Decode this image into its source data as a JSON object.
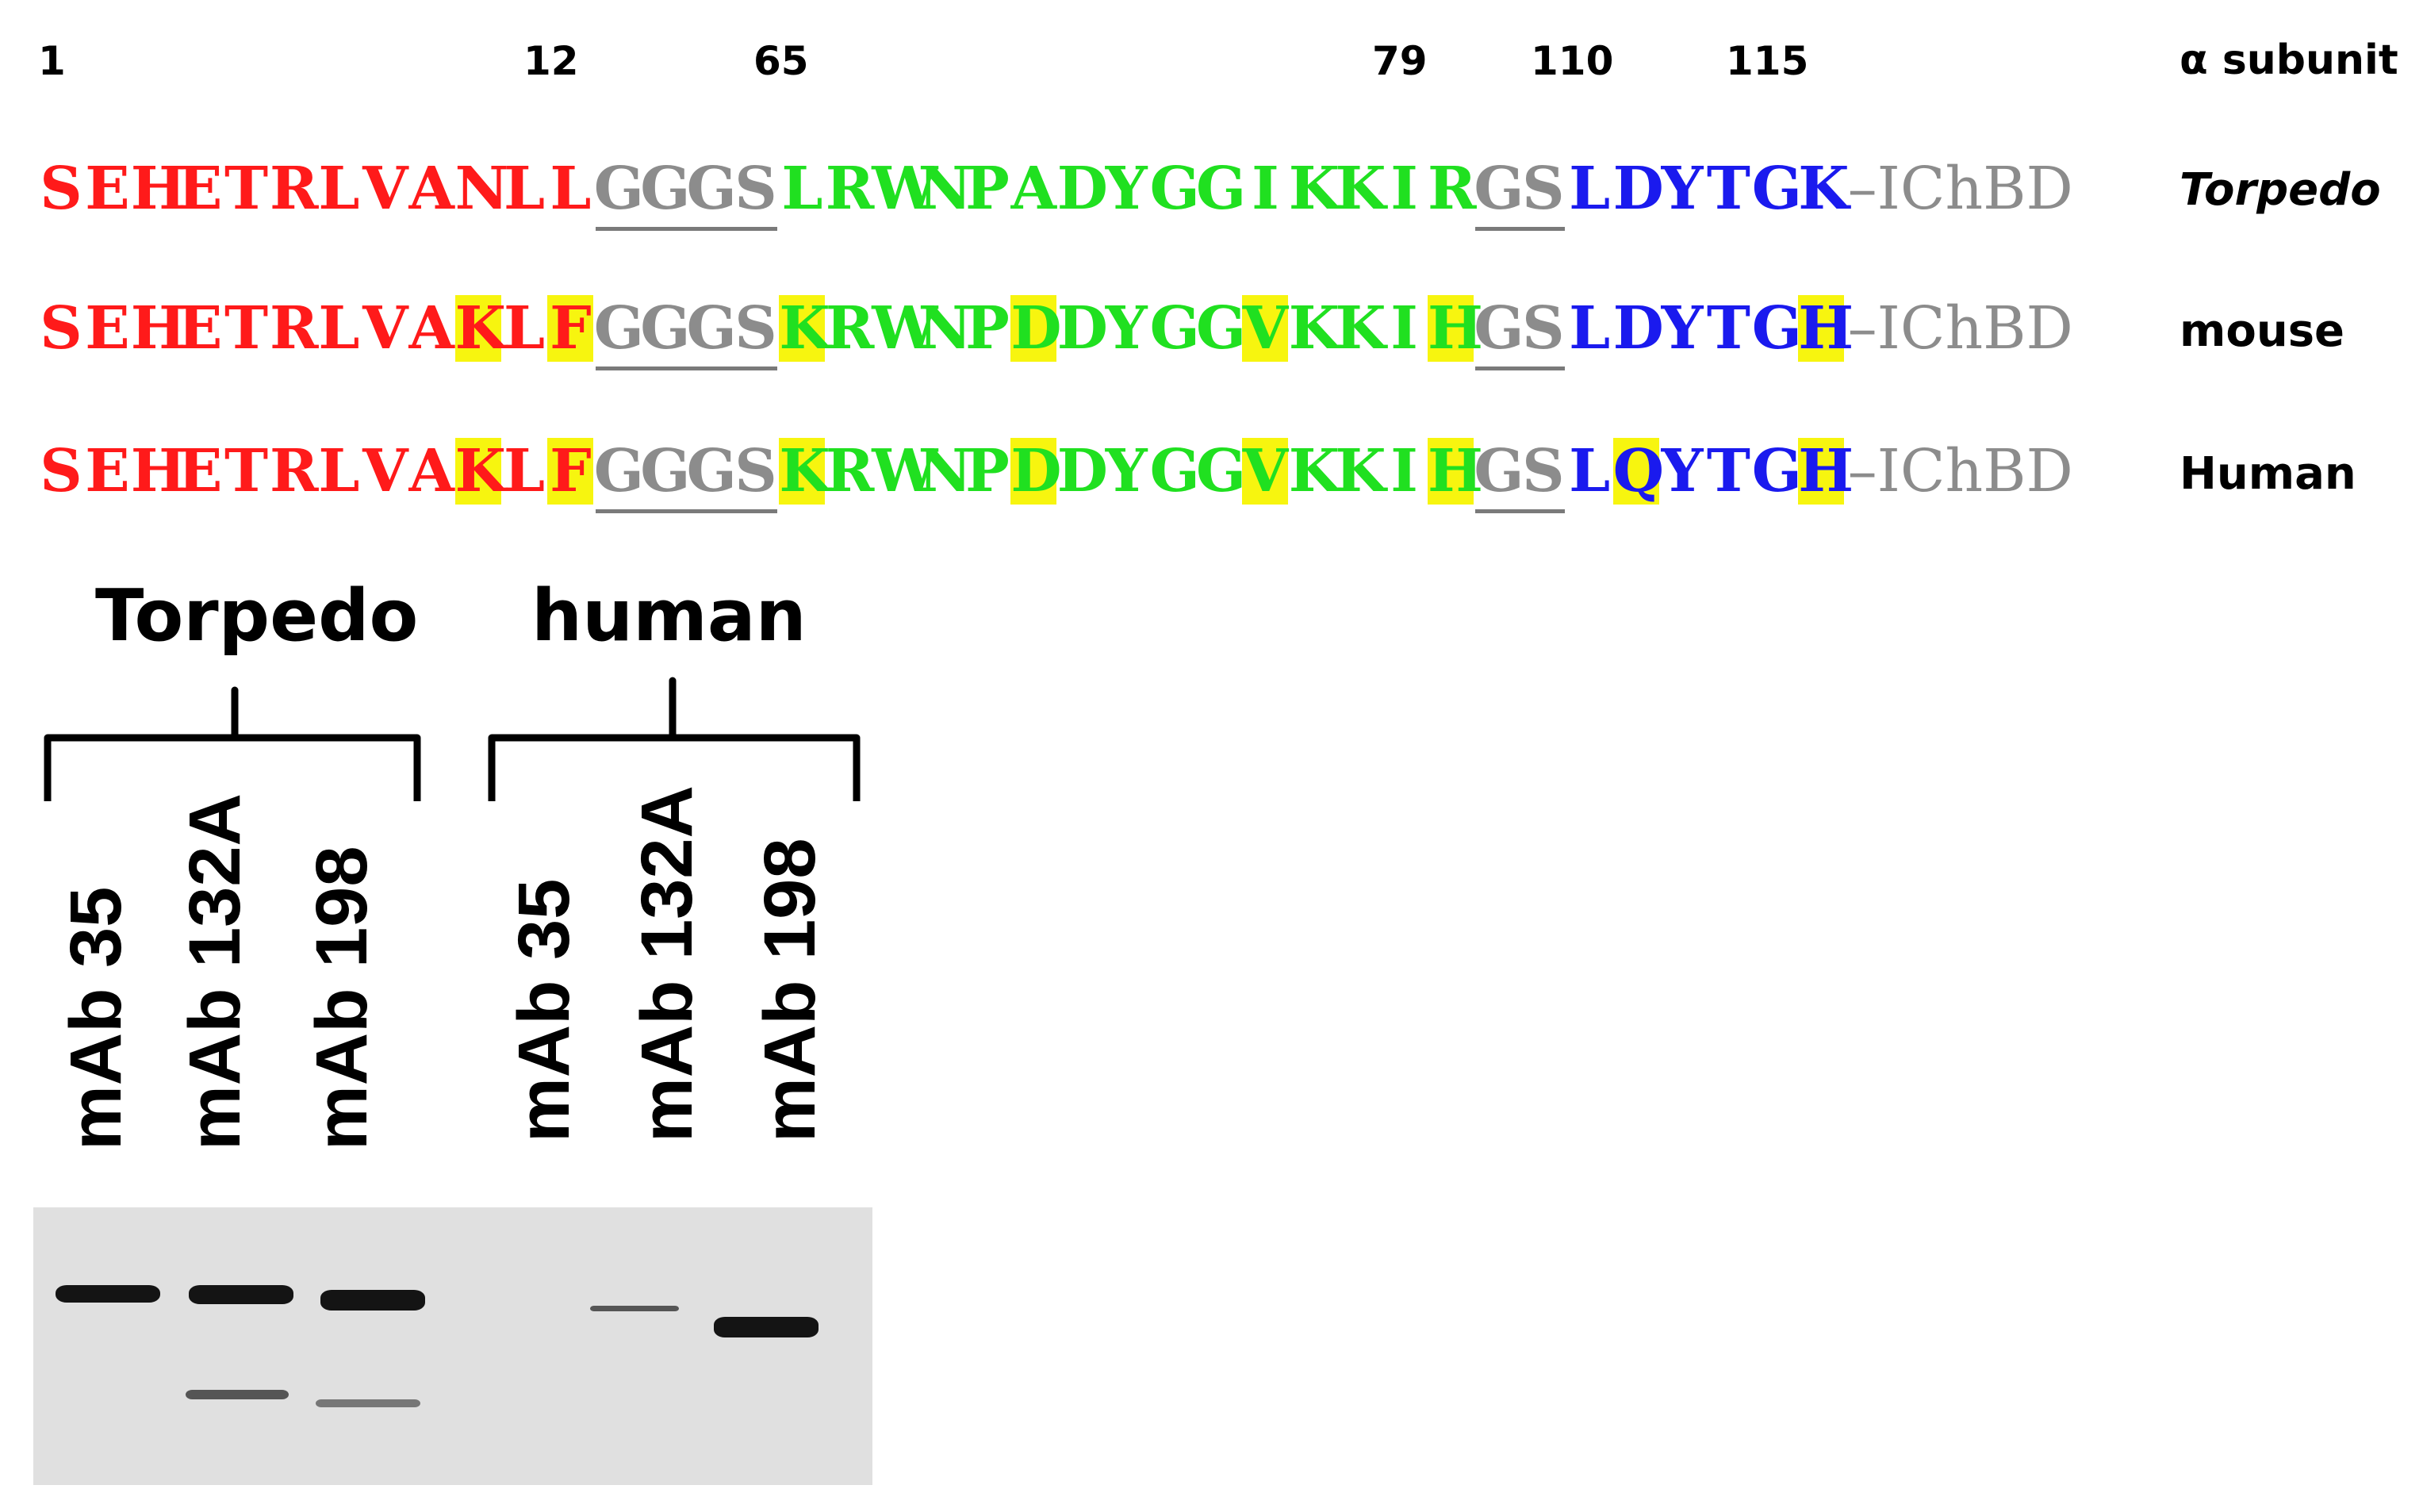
{
  "header": {
    "positions": [
      "1",
      "12",
      "65",
      "79",
      "110",
      "115"
    ],
    "subunit_label": "α subunit"
  },
  "colors": {
    "red": "#ff1a1a",
    "green": "#20e020",
    "blue": "#1a1aee",
    "gray": "#8c8c8c",
    "highlight": "#f7f50f"
  },
  "sequences": [
    {
      "species": "Torpedo",
      "italic": true,
      "residues": [
        {
          "r": "S",
          "c": "red"
        },
        {
          "r": "E",
          "c": "red"
        },
        {
          "r": "H",
          "c": "red"
        },
        {
          "r": "E",
          "c": "red"
        },
        {
          "r": "T",
          "c": "red"
        },
        {
          "r": "R",
          "c": "red"
        },
        {
          "r": "L",
          "c": "red"
        },
        {
          "r": "V",
          "c": "red"
        },
        {
          "r": "A",
          "c": "red"
        },
        {
          "r": "N",
          "c": "red"
        },
        {
          "r": "L",
          "c": "red"
        },
        {
          "r": "L",
          "c": "red"
        },
        {
          "r": "G",
          "c": "gray"
        },
        {
          "r": "G",
          "c": "gray"
        },
        {
          "r": "G",
          "c": "gray"
        },
        {
          "r": "S",
          "c": "gray"
        },
        {
          "r": "L",
          "c": "green"
        },
        {
          "r": "R",
          "c": "green"
        },
        {
          "r": "W",
          "c": "green"
        },
        {
          "r": "N",
          "c": "green"
        },
        {
          "r": "P",
          "c": "green"
        },
        {
          "r": "A",
          "c": "green"
        },
        {
          "r": "D",
          "c": "green"
        },
        {
          "r": "Y",
          "c": "green"
        },
        {
          "r": "G",
          "c": "green"
        },
        {
          "r": "G",
          "c": "green"
        },
        {
          "r": "I",
          "c": "green"
        },
        {
          "r": "K",
          "c": "green"
        },
        {
          "r": "K",
          "c": "green"
        },
        {
          "r": "I",
          "c": "green"
        },
        {
          "r": "R",
          "c": "green"
        },
        {
          "r": "G",
          "c": "gray"
        },
        {
          "r": "S",
          "c": "gray"
        },
        {
          "r": "L",
          "c": "blue"
        },
        {
          "r": "D",
          "c": "blue"
        },
        {
          "r": "Y",
          "c": "blue"
        },
        {
          "r": "T",
          "c": "blue"
        },
        {
          "r": "G",
          "c": "blue"
        },
        {
          "r": "K",
          "c": "blue"
        }
      ],
      "highlighted": [],
      "tail": "–IChBD"
    },
    {
      "species": "mouse",
      "italic": false,
      "residues": [
        {
          "r": "S",
          "c": "red"
        },
        {
          "r": "E",
          "c": "red"
        },
        {
          "r": "H",
          "c": "red"
        },
        {
          "r": "E",
          "c": "red"
        },
        {
          "r": "T",
          "c": "red"
        },
        {
          "r": "R",
          "c": "red"
        },
        {
          "r": "L",
          "c": "red"
        },
        {
          "r": "V",
          "c": "red"
        },
        {
          "r": "A",
          "c": "red"
        },
        {
          "r": "K",
          "c": "red"
        },
        {
          "r": "L",
          "c": "red"
        },
        {
          "r": "F",
          "c": "red"
        },
        {
          "r": "G",
          "c": "gray"
        },
        {
          "r": "G",
          "c": "gray"
        },
        {
          "r": "G",
          "c": "gray"
        },
        {
          "r": "S",
          "c": "gray"
        },
        {
          "r": "K",
          "c": "green"
        },
        {
          "r": "R",
          "c": "green"
        },
        {
          "r": "W",
          "c": "green"
        },
        {
          "r": "N",
          "c": "green"
        },
        {
          "r": "P",
          "c": "green"
        },
        {
          "r": "D",
          "c": "green"
        },
        {
          "r": "D",
          "c": "green"
        },
        {
          "r": "Y",
          "c": "green"
        },
        {
          "r": "G",
          "c": "green"
        },
        {
          "r": "G",
          "c": "green"
        },
        {
          "r": "V",
          "c": "green"
        },
        {
          "r": "K",
          "c": "green"
        },
        {
          "r": "K",
          "c": "green"
        },
        {
          "r": "I",
          "c": "green"
        },
        {
          "r": "H",
          "c": "green"
        },
        {
          "r": "G",
          "c": "gray"
        },
        {
          "r": "S",
          "c": "gray"
        },
        {
          "r": "L",
          "c": "blue"
        },
        {
          "r": "D",
          "c": "blue"
        },
        {
          "r": "Y",
          "c": "blue"
        },
        {
          "r": "T",
          "c": "blue"
        },
        {
          "r": "G",
          "c": "blue"
        },
        {
          "r": "H",
          "c": "blue"
        }
      ],
      "highlighted": [
        9,
        11,
        16,
        21,
        26,
        30,
        38
      ],
      "tail": "–IChBD"
    },
    {
      "species": "Human",
      "italic": false,
      "residues": [
        {
          "r": "S",
          "c": "red"
        },
        {
          "r": "E",
          "c": "red"
        },
        {
          "r": "H",
          "c": "red"
        },
        {
          "r": "E",
          "c": "red"
        },
        {
          "r": "T",
          "c": "red"
        },
        {
          "r": "R",
          "c": "red"
        },
        {
          "r": "L",
          "c": "red"
        },
        {
          "r": "V",
          "c": "red"
        },
        {
          "r": "A",
          "c": "red"
        },
        {
          "r": "K",
          "c": "red"
        },
        {
          "r": "L",
          "c": "red"
        },
        {
          "r": "F",
          "c": "red"
        },
        {
          "r": "G",
          "c": "gray"
        },
        {
          "r": "G",
          "c": "gray"
        },
        {
          "r": "G",
          "c": "gray"
        },
        {
          "r": "S",
          "c": "gray"
        },
        {
          "r": "K",
          "c": "green"
        },
        {
          "r": "R",
          "c": "green"
        },
        {
          "r": "W",
          "c": "green"
        },
        {
          "r": "N",
          "c": "green"
        },
        {
          "r": "P",
          "c": "green"
        },
        {
          "r": "D",
          "c": "green"
        },
        {
          "r": "D",
          "c": "green"
        },
        {
          "r": "Y",
          "c": "green"
        },
        {
          "r": "G",
          "c": "green"
        },
        {
          "r": "G",
          "c": "green"
        },
        {
          "r": "V",
          "c": "green"
        },
        {
          "r": "K",
          "c": "green"
        },
        {
          "r": "K",
          "c": "green"
        },
        {
          "r": "I",
          "c": "green"
        },
        {
          "r": "H",
          "c": "green"
        },
        {
          "r": "G",
          "c": "gray"
        },
        {
          "r": "S",
          "c": "gray"
        },
        {
          "r": "L",
          "c": "blue"
        },
        {
          "r": "Q",
          "c": "blue"
        },
        {
          "r": "Y",
          "c": "blue"
        },
        {
          "r": "T",
          "c": "blue"
        },
        {
          "r": "G",
          "c": "blue"
        },
        {
          "r": "H",
          "c": "blue"
        }
      ],
      "highlighted": [
        9,
        11,
        16,
        21,
        26,
        30,
        34,
        38
      ],
      "tail": "–IChBD"
    }
  ],
  "western_blot": {
    "groups": [
      {
        "label": "Torpedo",
        "lanes": [
          "mAb 35",
          "mAb 132A",
          "mAb 198"
        ]
      },
      {
        "label": "human",
        "lanes": [
          "mAb 35",
          "mAb 132A",
          "mAb 198"
        ]
      }
    ]
  }
}
